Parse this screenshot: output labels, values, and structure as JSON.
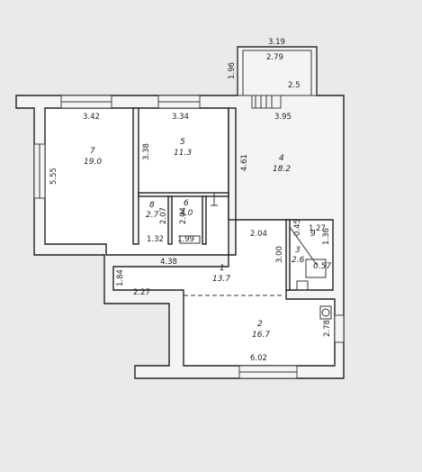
{
  "rooms": [
    {
      "id": "7",
      "area": "19.0"
    },
    {
      "id": "5",
      "area": "11.3"
    },
    {
      "id": "4",
      "area": "18.2"
    },
    {
      "id": "8",
      "area": "2.7"
    },
    {
      "id": "6",
      "area": "4.0"
    },
    {
      "id": "1",
      "area": "13.7"
    },
    {
      "id": "3",
      "area": "2.6"
    },
    {
      "id": "9",
      "area": "0.57"
    },
    {
      "id": "2",
      "area": "16.7"
    }
  ],
  "dimensions": {
    "balcony_outer": "3.19",
    "balcony_inner": "2.79",
    "balcony_depth": "1.96",
    "balcony_side": "2.5",
    "room7_width": "3.42",
    "room7_height": "5.55",
    "room5_width": "3.34",
    "room5_height": "3.38",
    "room4_width": "3.95",
    "room4_height": "4.61",
    "room8_height": "2.07",
    "room6_height": "2.04",
    "room8_width": "1.32",
    "room6_width": "1.99",
    "hall_width": "4.38",
    "hall_small": "1.84",
    "hall_lower": "2.27",
    "corridor_width": "2.04",
    "room3_height": "3.00",
    "room3_top": "1.27",
    "room9_a": "0.45",
    "room9_b": "1.36",
    "room2_width": "6.02",
    "room2_height": "2.78"
  }
}
